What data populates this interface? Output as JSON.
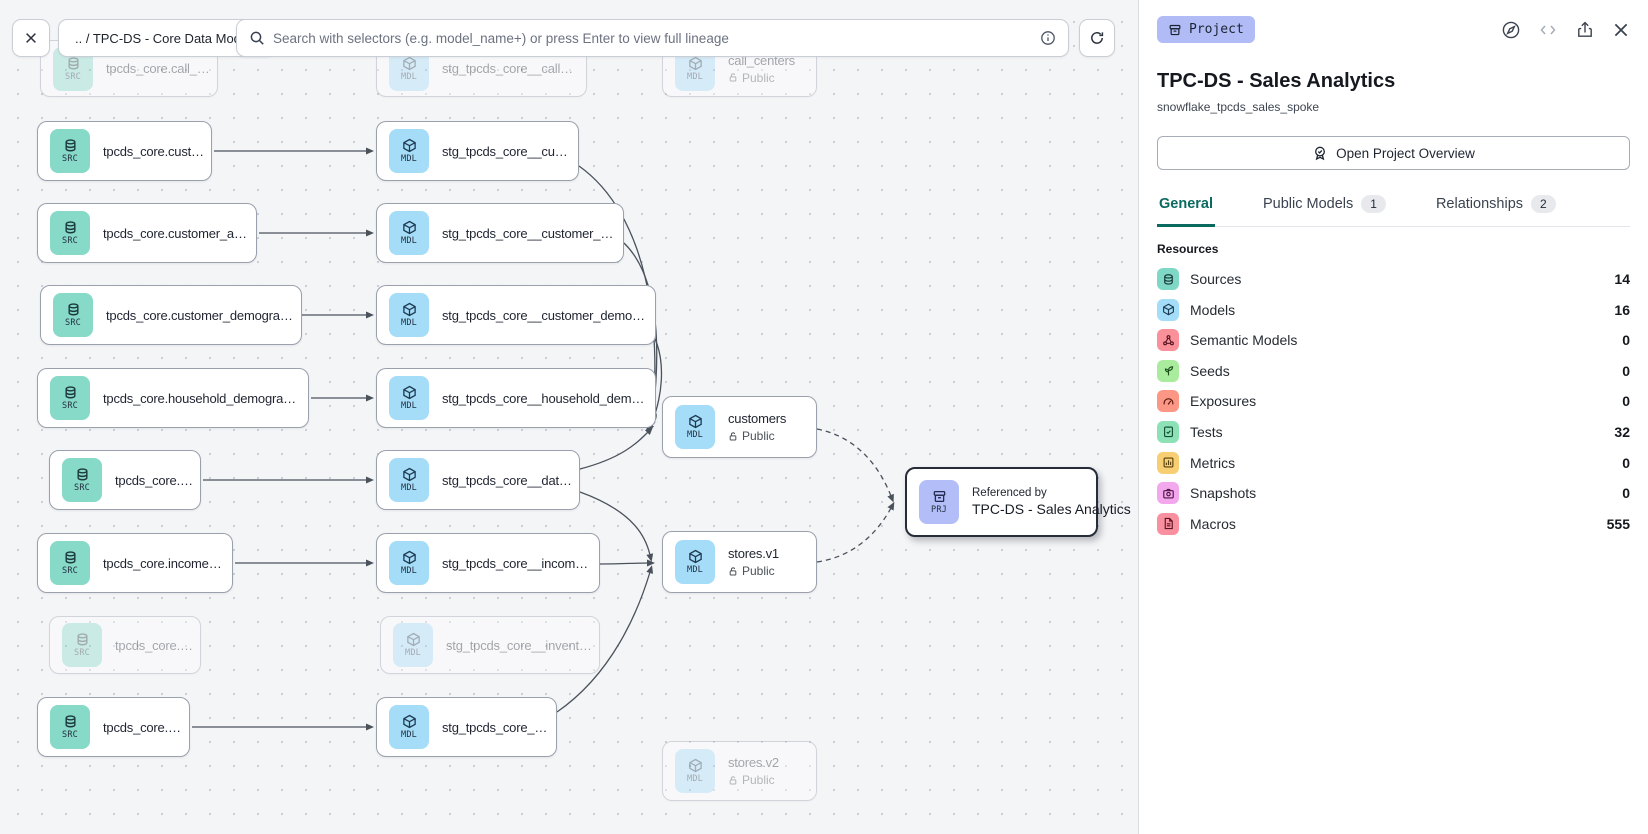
{
  "topbar": {
    "breadcrumb": ".. / TPC-DS - Core Data Models",
    "search_placeholder": "Search with selectors (e.g. model_name+) or press Enter to view full lineage"
  },
  "panel": {
    "type_badge": "Project",
    "title": "TPC-DS - Sales Analytics",
    "subtitle": "snowflake_tpcds_sales_spoke",
    "overview_button": "Open Project Overview",
    "tabs": [
      {
        "label": "General"
      },
      {
        "label": "Public Models",
        "count": "1"
      },
      {
        "label": "Relationships",
        "count": "2"
      }
    ],
    "resources_heading": "Resources",
    "resources": [
      {
        "name": "Sources",
        "count": "14",
        "icon": "database-icon",
        "color": "#7FD8C6"
      },
      {
        "name": "Models",
        "count": "16",
        "icon": "cube-icon",
        "color": "#A3DDF8"
      },
      {
        "name": "Semantic Models",
        "count": "0",
        "icon": "graph-icon",
        "color": "#F9909A"
      },
      {
        "name": "Seeds",
        "count": "0",
        "icon": "sprout-icon",
        "color": "#A9EC9E"
      },
      {
        "name": "Exposures",
        "count": "0",
        "icon": "gauge-icon",
        "color": "#FB9784"
      },
      {
        "name": "Tests",
        "count": "32",
        "icon": "clipboard-check-icon",
        "color": "#8CE2B6"
      },
      {
        "name": "Metrics",
        "count": "0",
        "icon": "bar-chart-icon",
        "color": "#F7CF72"
      },
      {
        "name": "Snapshots",
        "count": "0",
        "icon": "camera-icon",
        "color": "#F3A8EE"
      },
      {
        "name": "Macros",
        "count": "555",
        "icon": "document-icon",
        "color": "#F8909F"
      }
    ]
  },
  "graph": {
    "sources": [
      {
        "badge": "SRC",
        "label": "tpcds_core.call_center"
      },
      {
        "badge": "SRC",
        "label": "tpcds_core.customer"
      },
      {
        "badge": "SRC",
        "label": "tpcds_core.customer_address"
      },
      {
        "badge": "SRC",
        "label": "tpcds_core.customer_demographics"
      },
      {
        "badge": "SRC",
        "label": "tpcds_core.household_demographics"
      },
      {
        "badge": "SRC",
        "label": "tpcds_core.date_dim"
      },
      {
        "badge": "SRC",
        "label": "tpcds_core.income_band"
      },
      {
        "badge": "SRC",
        "label": "tpcds_core.inventory"
      },
      {
        "badge": "SRC",
        "label": "tpcds_core.store"
      }
    ],
    "models": [
      {
        "badge": "MDL",
        "label": "stg_tpcds_core__call_center"
      },
      {
        "badge": "MDL",
        "label": "stg_tpcds_core__customer"
      },
      {
        "badge": "MDL",
        "label": "stg_tpcds_core__customer_address"
      },
      {
        "badge": "MDL",
        "label": "stg_tpcds_core__customer_demogra…"
      },
      {
        "badge": "MDL",
        "label": "stg_tpcds_core__household_demogr…"
      },
      {
        "badge": "MDL",
        "label": "stg_tpcds_core__date_dim"
      },
      {
        "badge": "MDL",
        "label": "stg_tpcds_core__income_band"
      },
      {
        "badge": "MDL",
        "label": "stg_tpcds_core__inventory"
      },
      {
        "badge": "MDL",
        "label": "stg_tpcds_core__store"
      }
    ],
    "public_models": [
      {
        "badge": "MDL",
        "label": "call_centers",
        "access": "Public"
      },
      {
        "badge": "MDL",
        "label": "customers",
        "access": "Public"
      },
      {
        "badge": "MDL",
        "label": "stores.v1",
        "access": "Public"
      },
      {
        "badge": "MDL",
        "label": "stores.v2",
        "access": "Public"
      }
    ],
    "project_node": {
      "badge": "PRJ",
      "pretext": "Referenced by",
      "label": "TPC-DS - Sales Analytics"
    }
  },
  "colors": {
    "accent_teal": "#0B6A60",
    "src_badge": "#87D9C8",
    "mdl_badge": "#A5DDF8",
    "prj_badge": "#B3BDF8",
    "project_pill": "#B1BCF6",
    "edge": "#4A525C"
  }
}
